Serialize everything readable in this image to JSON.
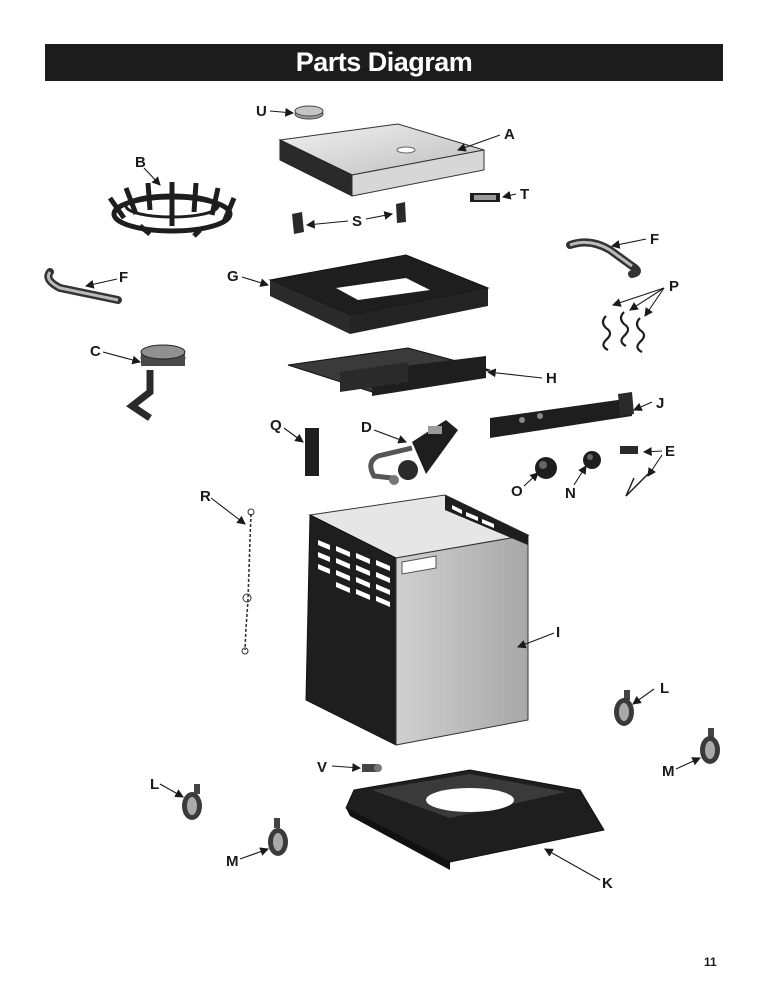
{
  "page": {
    "title": "Parts Diagram",
    "number": "11"
  },
  "parts": {
    "A": "A",
    "B": "B",
    "C": "C",
    "D": "D",
    "E": "E",
    "F1": "F",
    "F2": "F",
    "G": "G",
    "H": "H",
    "I": "I",
    "J": "J",
    "K": "K",
    "L1": "L",
    "L2": "L",
    "M1": "M",
    "M2": "M",
    "N": "N",
    "O": "O",
    "P": "P",
    "Q": "Q",
    "R": "R",
    "S": "S",
    "T": "T",
    "U": "U",
    "V": "V"
  },
  "colors": {
    "title_bar": "#1c1c1c",
    "part_dark": "#1e1e1e",
    "part_light": "#d8d8d8"
  }
}
